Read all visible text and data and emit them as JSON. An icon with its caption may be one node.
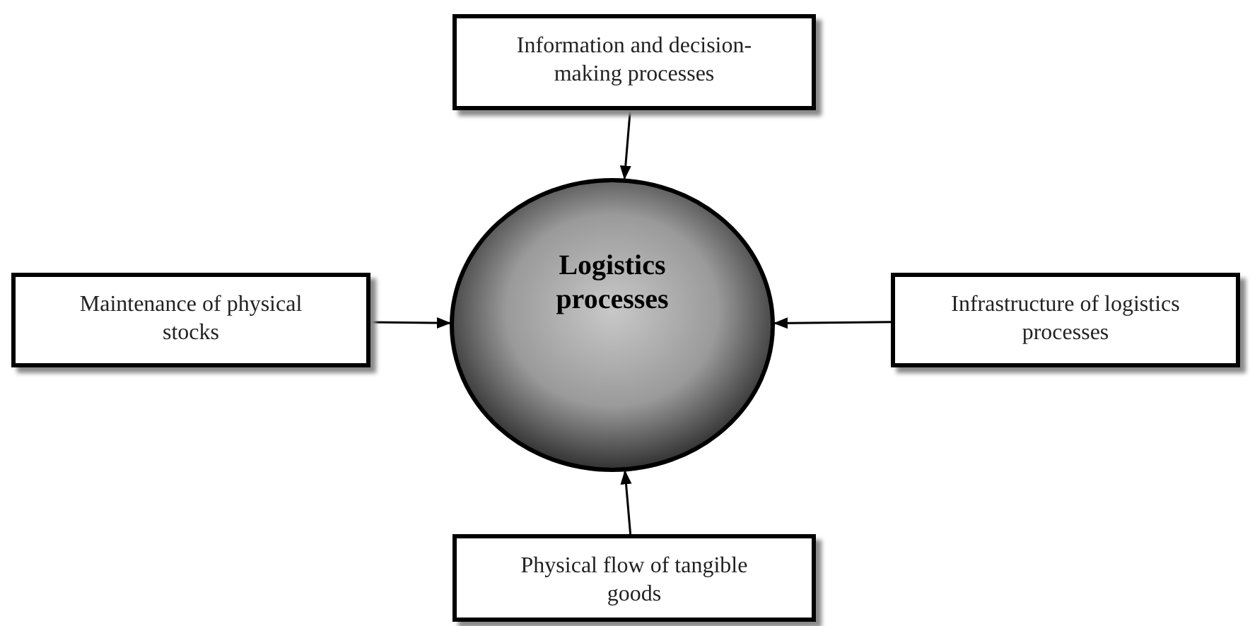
{
  "diagram": {
    "nodes": [
      {
        "text": [
          "Information and decision-making processes"
        ]
      },
      {
        "text": [
          "Maintenance of physical stocks"
        ]
      },
      {
        "text": [
          "Logistics processes"
        ]
      },
      {
        "text": [
          "Infrastructure of logistics processes"
        ]
      },
      {
        "text": [
          "Physical flow of tangible goods"
        ]
      }
    ],
    "edges": [
      {
        "from": 0,
        "to": 2,
        "arrow": "to"
      },
      {
        "from": 1,
        "to": 2,
        "arrow": "to"
      },
      {
        "from": 3,
        "to": 2,
        "arrow": "to"
      },
      {
        "from": 4,
        "to": 2,
        "arrow": "to"
      }
    ]
  }
}
